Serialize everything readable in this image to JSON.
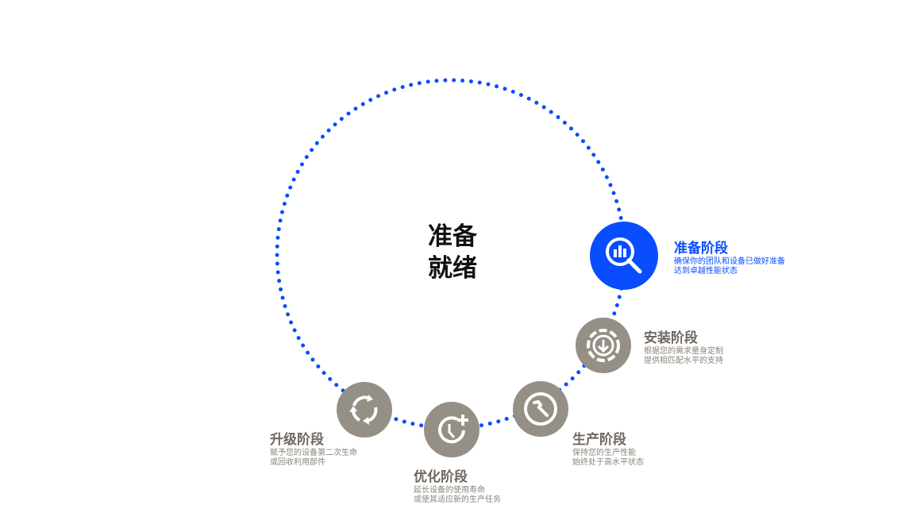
{
  "center_title": [
    "准备",
    "就绪"
  ],
  "colors": {
    "accent": "#0a4dff",
    "inactive": "#958f86"
  },
  "stages": [
    {
      "title": "准备阶段",
      "desc": [
        "确保你的团队和设备已做好准备",
        "达到卓越性能状态"
      ],
      "icon": "search-chart-icon",
      "active": true
    },
    {
      "title": "安装阶段",
      "desc": [
        "根据您的需求量身定制",
        "提供相匹配水平的支持"
      ],
      "icon": "download-icon",
      "active": false
    },
    {
      "title": "生产阶段",
      "desc": [
        "保持您的生产性能",
        "始终处于高水平状态"
      ],
      "icon": "wrench-icon",
      "active": false
    },
    {
      "title": "优化阶段",
      "desc": [
        "延长设备的使用寿命",
        "或使其适应新的生产任务"
      ],
      "icon": "clock-plus-icon",
      "active": false
    },
    {
      "title": "升级阶段",
      "desc": [
        "赋予您的设备第二次生命",
        "或回收利用部件"
      ],
      "icon": "recycle-icon",
      "active": false
    }
  ]
}
